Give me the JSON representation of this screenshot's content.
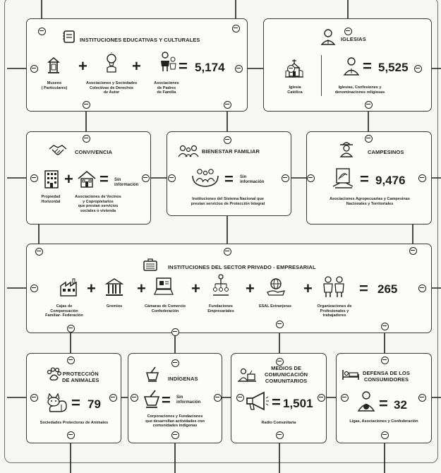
{
  "educativas": {
    "title": "INSTITUCIONES EDUCATIVAS Y CULTURALES",
    "item1": "Museos\n( Particulares)",
    "item2": "Asociaciones y Sociedades\nColectivas de Derechos\nde Autor",
    "item3": "Asociaciones\nde Padres\nde Familia",
    "plus": "+",
    "equals": "=",
    "total": "5,174"
  },
  "iglesias": {
    "title": "IGLESIAS",
    "item1": "Iglesia\nCatólica",
    "item2": "Iglesias, Confesiones y\ndenominaciones religiosas",
    "equals": "=",
    "total": "5,525"
  },
  "convivencia": {
    "title": "CONVIVENCIA",
    "item1": "Propiedad\nHorizontal",
    "item2": "Asociaciones de Vecinos\ny Copropietarios\nque prestan servicios\nsociales o vivienda",
    "plus": "+",
    "equals": "=",
    "value_text": "Sin\ninformación"
  },
  "bienestar": {
    "title": "BIENESTAR FAMILIAR",
    "item1": "Instituciones del Sistema Nacional que\nprestan servicios de Protección Integral",
    "equals": "=",
    "value_text": "Sin\ninformación"
  },
  "campesinos": {
    "title": "CAMPESINOS",
    "item1": "Asociaciones Agropecuarias y Campesinas\nNacionales y Territoriales",
    "equals": "=",
    "total": "9,476"
  },
  "privado": {
    "title": "INSTITUCIONES DEL SECTOR PRIVADO - EMPRESARIAL",
    "item1": "Cajas de\nCompensación\nFamiliar- Federación",
    "item2": "Gremios",
    "item3": "Cámaras de Comercio\nConfederación",
    "item4": "Fundaciones\nEmpresariales",
    "item5": "ESAL Extranjeras",
    "item6": "Organizaciones de\nProfesionales y\ntrabajadores",
    "plus": "+",
    "equals": "=",
    "total": "265"
  },
  "animales": {
    "title": "PROTECCIÓN\nDE ANIMALES",
    "item1": "Sociedades Protectoras de Animales",
    "equals": "=",
    "total": "79"
  },
  "indigenas": {
    "title": "INDÍGENAS",
    "item1": "Corporaciones y Fundaciones\nque desarrollan actividades con\ncomunidades indígenas",
    "equals": "=",
    "value_text": "Sin\ninformación"
  },
  "medios": {
    "title": "MEDIOS DE\nCOMUNICACIÓN\nCOMUNITARIOS",
    "item1": "Radio Comunitaria",
    "equals": "=",
    "total": "1,501"
  },
  "consumidores": {
    "title": "DEFENSA DE LOS\nCONSUMIDORES",
    "item1": "Ligas, Asociaciones y Confederación",
    "equals": "=",
    "total": "32"
  },
  "icons": [
    "notebook-icon",
    "museum-icon",
    "bulb-person-icon",
    "family-icon",
    "church-icon",
    "pastor-icon",
    "handshake-icon",
    "building-icon",
    "houses-icon",
    "family-group-icon",
    "farmer-icon",
    "farm-tools-icon",
    "briefcase-icon",
    "factory-icon",
    "bank-icon",
    "computer-icon",
    "org-chart-icon",
    "globe-hand-icon",
    "workers-icon",
    "paw-icon",
    "cat-dog-icon",
    "mortar-icon",
    "radio-person-icon",
    "megaphone-icon",
    "bed-person-icon",
    "consumer-icon"
  ]
}
